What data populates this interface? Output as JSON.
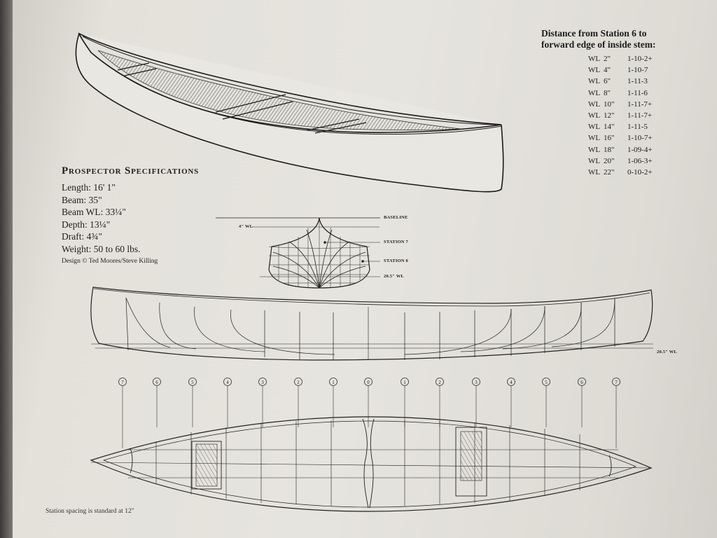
{
  "specs": {
    "title": "Prospector Specifications",
    "lines": [
      "Length: 16' 1\"",
      "Beam: 35\"",
      "Beam WL: 33¼\"",
      "Depth: 13¼\"",
      "Draft: 4¾\"",
      "Weight: 50 to 60 lbs."
    ],
    "credit": "Design © Ted Moores/Steve Killing"
  },
  "stem_table": {
    "title_line1": "Distance from Station 6 to",
    "title_line2": "forward edge of inside stem:",
    "rows": [
      {
        "wl": "WL",
        "inch": "2\"",
        "dist": "1-10-2+"
      },
      {
        "wl": "WL",
        "inch": "4\"",
        "dist": "1-10-7"
      },
      {
        "wl": "WL",
        "inch": "6\"",
        "dist": "1-11-3"
      },
      {
        "wl": "WL",
        "inch": "8\"",
        "dist": "1-11-6"
      },
      {
        "wl": "WL",
        "inch": "10\"",
        "dist": "1-11-7+"
      },
      {
        "wl": "WL",
        "inch": "12\"",
        "dist": "1-11-7+"
      },
      {
        "wl": "WL",
        "inch": "14\"",
        "dist": "1-11-5"
      },
      {
        "wl": "WL",
        "inch": "16\"",
        "dist": "1-10-7+"
      },
      {
        "wl": "WL",
        "inch": "18\"",
        "dist": "1-09-4+"
      },
      {
        "wl": "WL",
        "inch": "20\"",
        "dist": "1-06-3+"
      },
      {
        "wl": "WL",
        "inch": "22\"",
        "dist": "0-10-2+"
      }
    ]
  },
  "body_plan": {
    "baseline": "BASELINE",
    "wl4": "4\" WL",
    "station7": "STATION 7",
    "station0": "STATION 0",
    "wl205": "20.5\" WL"
  },
  "profile": {
    "wl_label": "20.5\" WL"
  },
  "stations": [
    "7",
    "6",
    "5",
    "4",
    "3",
    "2",
    "1",
    "0",
    "1",
    "2",
    "3",
    "4",
    "5",
    "6",
    "7"
  ],
  "footnote": "Station spacing is standard at 12\""
}
